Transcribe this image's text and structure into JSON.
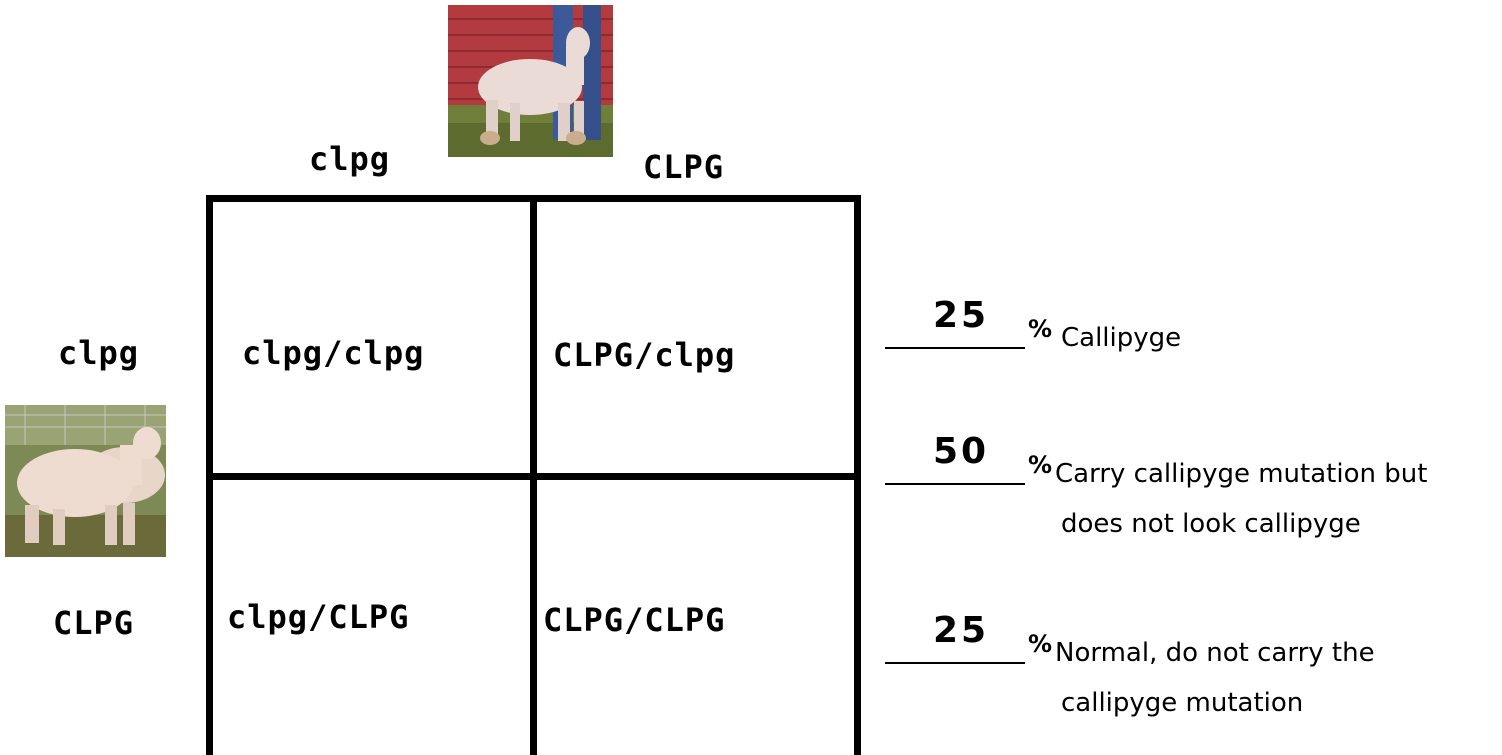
{
  "parent_top": {
    "allele_1": "clpg",
    "allele_2": "CLPG",
    "photo_icon": "sheep-photo-icon"
  },
  "parent_left": {
    "allele_1": "clpg",
    "allele_2": "CLPG",
    "photo_icon": "sheep-photo-icon"
  },
  "punnett_square": {
    "cells": [
      {
        "genotype": "clpg/clpg"
      },
      {
        "genotype": "CLPG/clpg"
      },
      {
        "genotype": "clpg/CLPG"
      },
      {
        "genotype": "CLPG/CLPG"
      }
    ]
  },
  "results": [
    {
      "percent": "25",
      "symbol": "%",
      "line_1": "Callipyge",
      "line_2": ""
    },
    {
      "percent": "50",
      "symbol": "%",
      "line_1": "Carry callipyge mutation but",
      "line_2": "does not look callipyge"
    },
    {
      "percent": "25",
      "symbol": "%",
      "line_1": "Normal, do not carry the",
      "line_2": "callipyge mutation"
    }
  ],
  "colors": {
    "barn_red": "#b33a3f",
    "grass_green": "#6f7f3a",
    "sheep_white": "#eadbd6",
    "denim_blue": "#3c5a9a"
  }
}
